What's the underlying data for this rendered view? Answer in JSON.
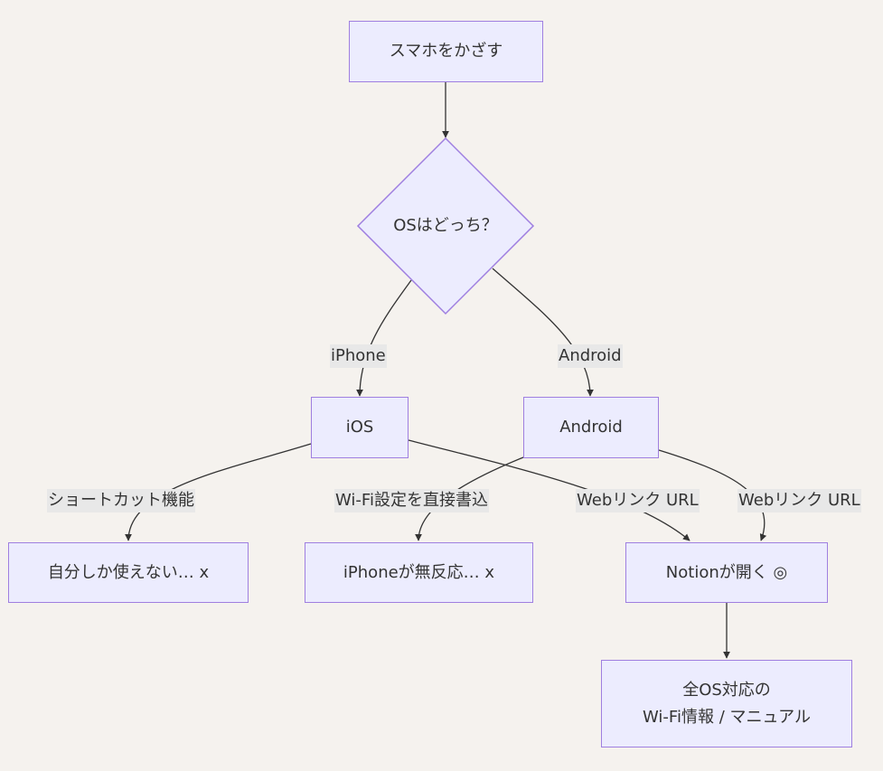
{
  "colors": {
    "background": "#f5f2ee",
    "node_fill": "#ececfe",
    "node_stroke": "#9f7fe0",
    "edge": "#333333",
    "label_bg": "#e8e8e8"
  },
  "nodes": {
    "start": "スマホをかざす",
    "decision": "OSはどっち？",
    "ios": "iOS",
    "android": "Android",
    "only_me": "自分しか使えない… x",
    "iphone_no_response": "iPhoneが無反応… x",
    "notion_opens": "Notionが開く ◎",
    "all_os_line1": "全OS対応の",
    "all_os_line2": "Wi-Fi情報 / マニュアル"
  },
  "edges": {
    "iphone": "iPhone",
    "android": "Android",
    "shortcut": "ショートカット機能",
    "wifi_write": "Wi-Fi設定を直接書込",
    "web_link_ios": "Webリンク URL",
    "web_link_android": "Webリンク URL"
  }
}
